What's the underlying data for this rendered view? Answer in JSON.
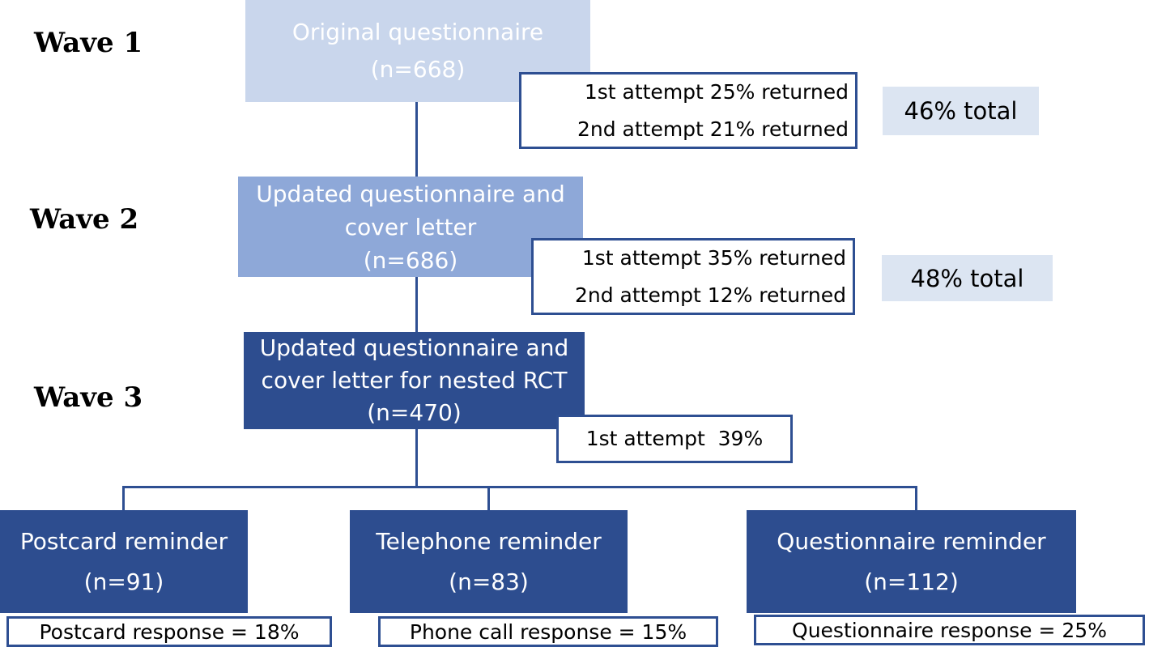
{
  "waves": [
    {
      "label": "Wave 1",
      "box_lines": [
        "Original questionnaire",
        "(n=668)"
      ],
      "attempts": [
        "1st attempt 25% returned",
        "2nd attempt 21% returned"
      ],
      "total": "46% total"
    },
    {
      "label": "Wave 2",
      "box_lines": [
        "Updated questionnaire and",
        "cover letter",
        "(n=686)"
      ],
      "attempts": [
        "1st attempt 35% returned",
        "2nd attempt 12% returned"
      ],
      "total": "48% total"
    },
    {
      "label": "Wave 3",
      "box_lines": [
        "Updated questionnaire and",
        "cover letter for nested RCT",
        "(n=470)"
      ],
      "attempts": [
        "1st attempt  39%"
      ]
    }
  ],
  "reminders": [
    {
      "title": "Postcard reminder",
      "n": "(n=91)",
      "response": "Postcard response = 18%"
    },
    {
      "title": "Telephone reminder",
      "n": "(n=83)",
      "response": "Phone call response = 15%"
    },
    {
      "title": "Questionnaire reminder",
      "n": "(n=112)",
      "response": "Questionnaire response = 25%"
    }
  ],
  "colors": {
    "wave1_box": "#c9d6ec",
    "wave2_box": "#8ea8d8",
    "wave3_box": "#2d4d8f",
    "outline": "#2e4f92",
    "total_bg": "#dce5f2"
  }
}
